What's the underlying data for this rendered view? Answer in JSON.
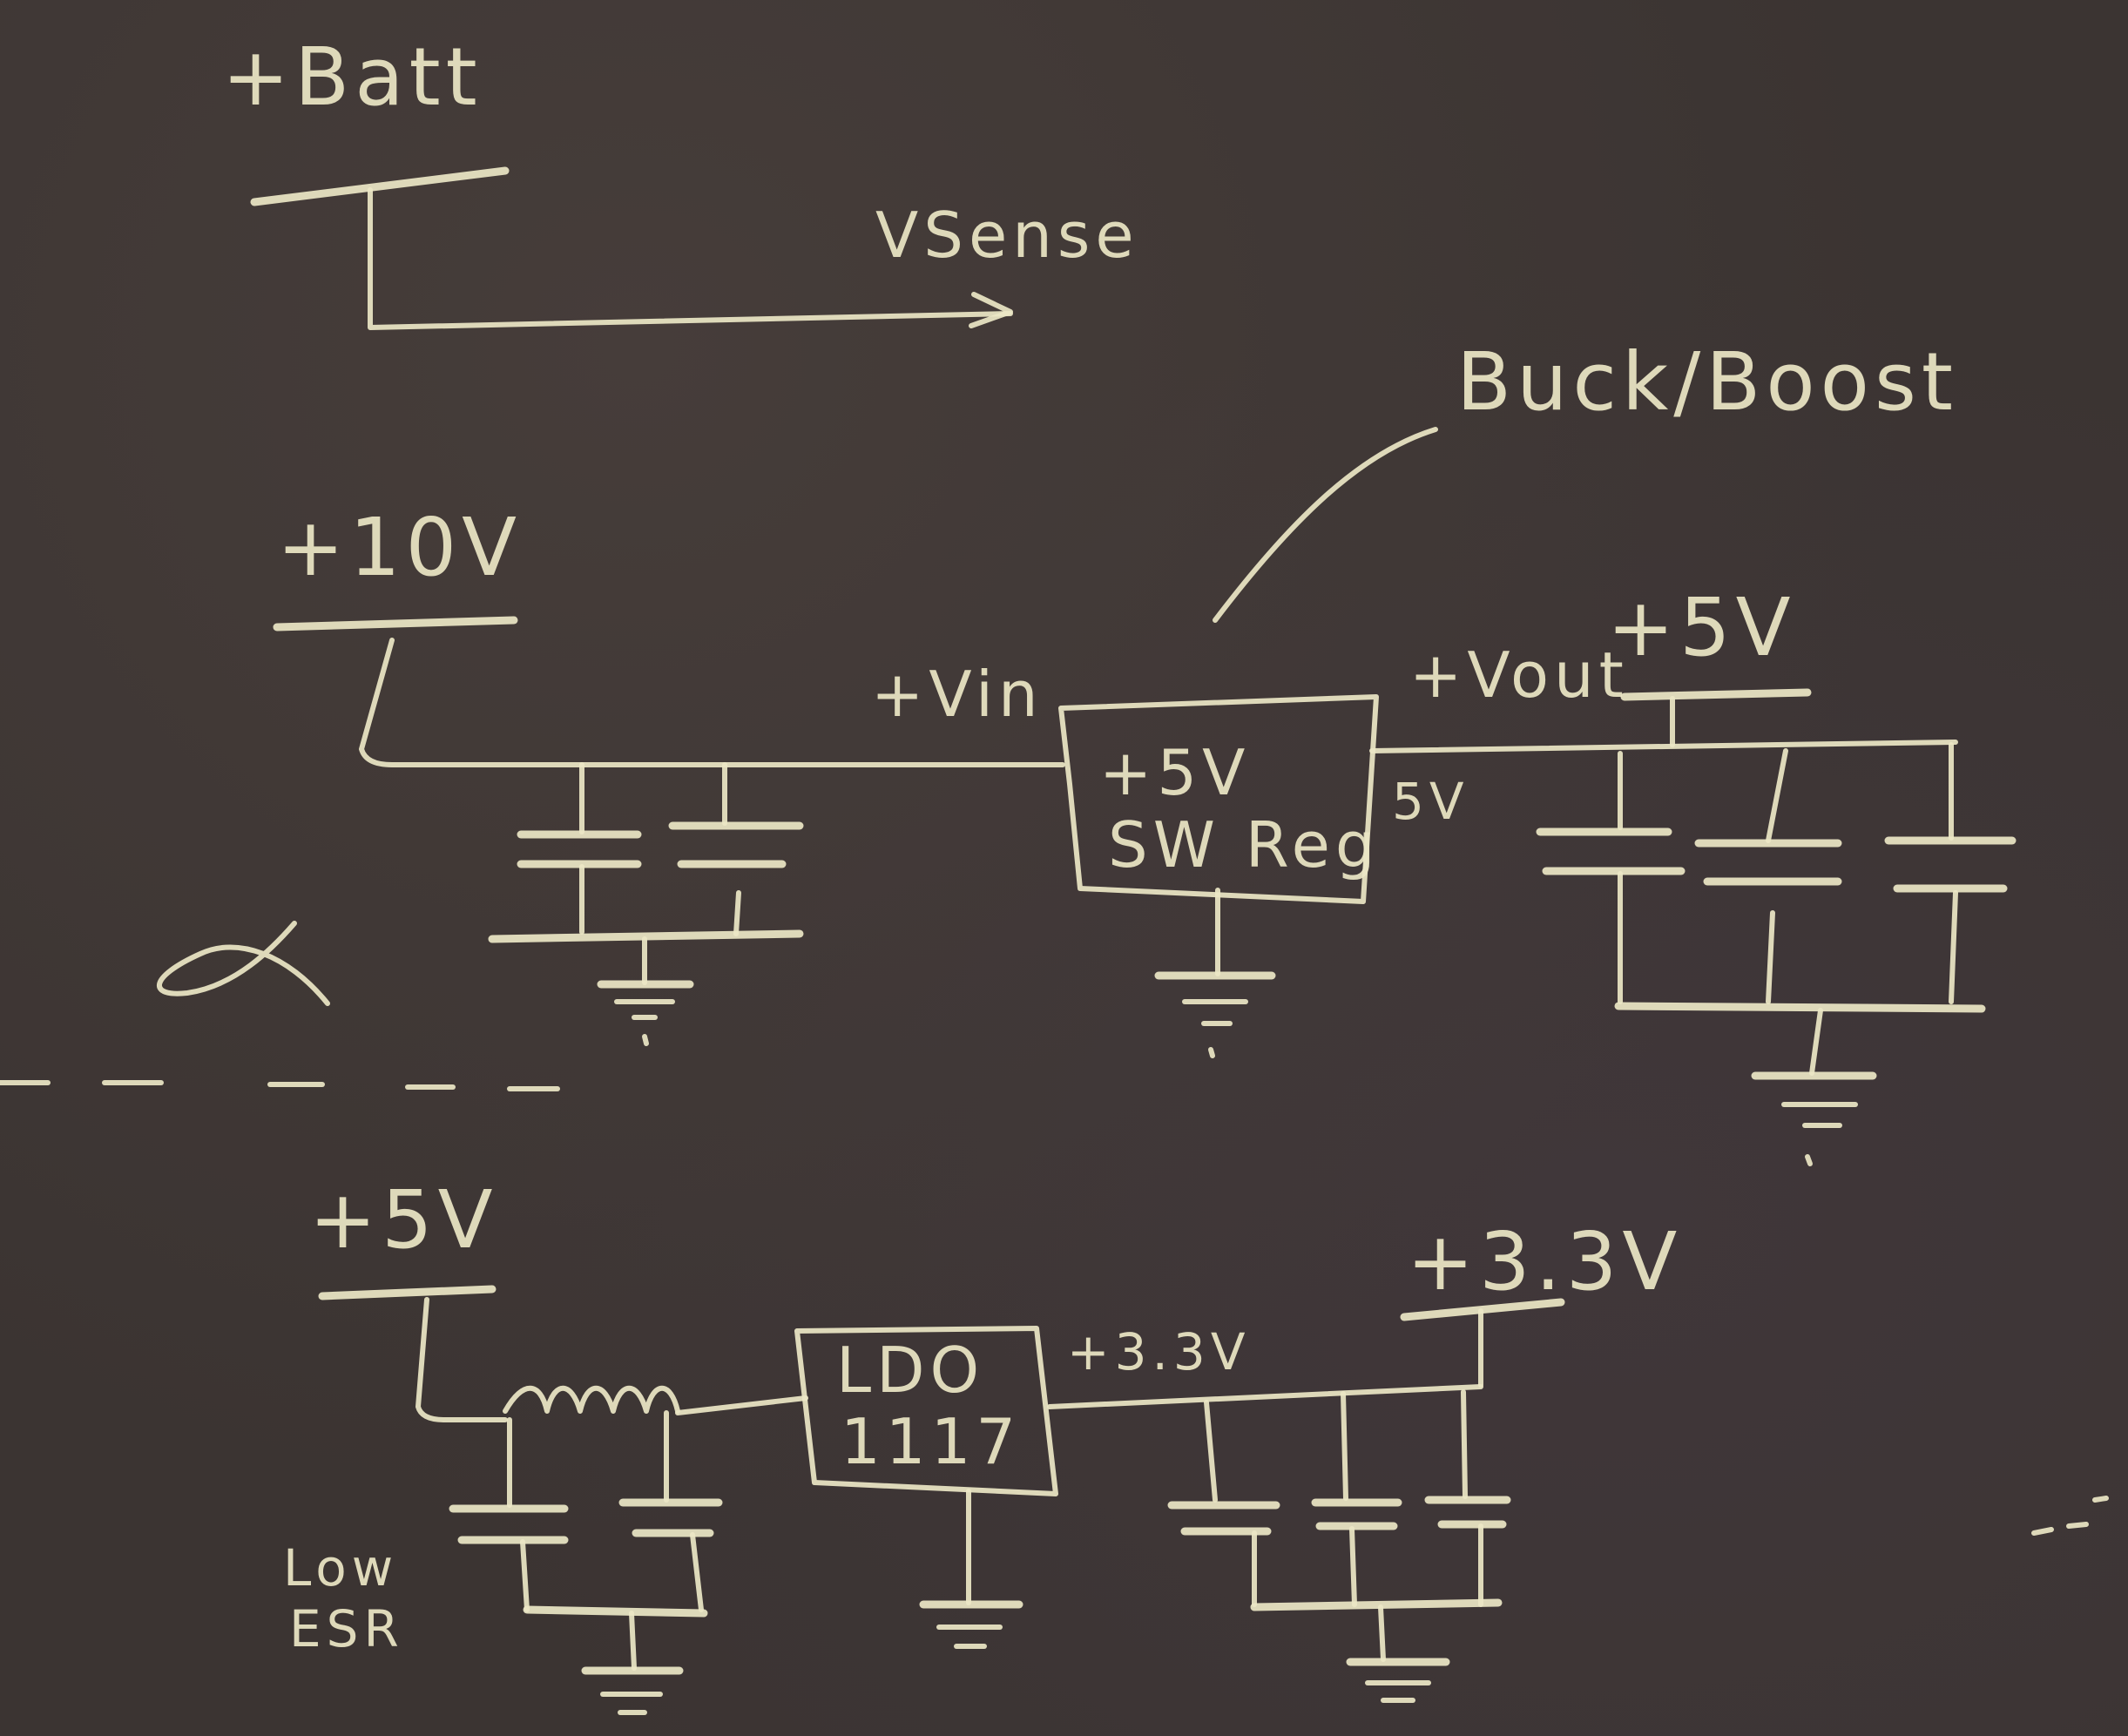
{
  "labels": {
    "batt": "+Batt",
    "vsense": "VSense",
    "buck_boost": "Buck/Boost",
    "plus_10v": "+10V",
    "vin": "+Vin",
    "vout": "+Vout",
    "plus_5v_top": "+5V",
    "sw_reg_line1": "+5V",
    "sw_reg_line2": "SW Reg",
    "out_5v": "5V",
    "plus_5v_bottom": "+5V",
    "ldo_line1": "LDO",
    "ldo_line2": "1117",
    "ldo_out": "+3.3V",
    "plus_3v3": "+3.3V",
    "low_esr_1": "Low",
    "low_esr_2": "ESR"
  }
}
